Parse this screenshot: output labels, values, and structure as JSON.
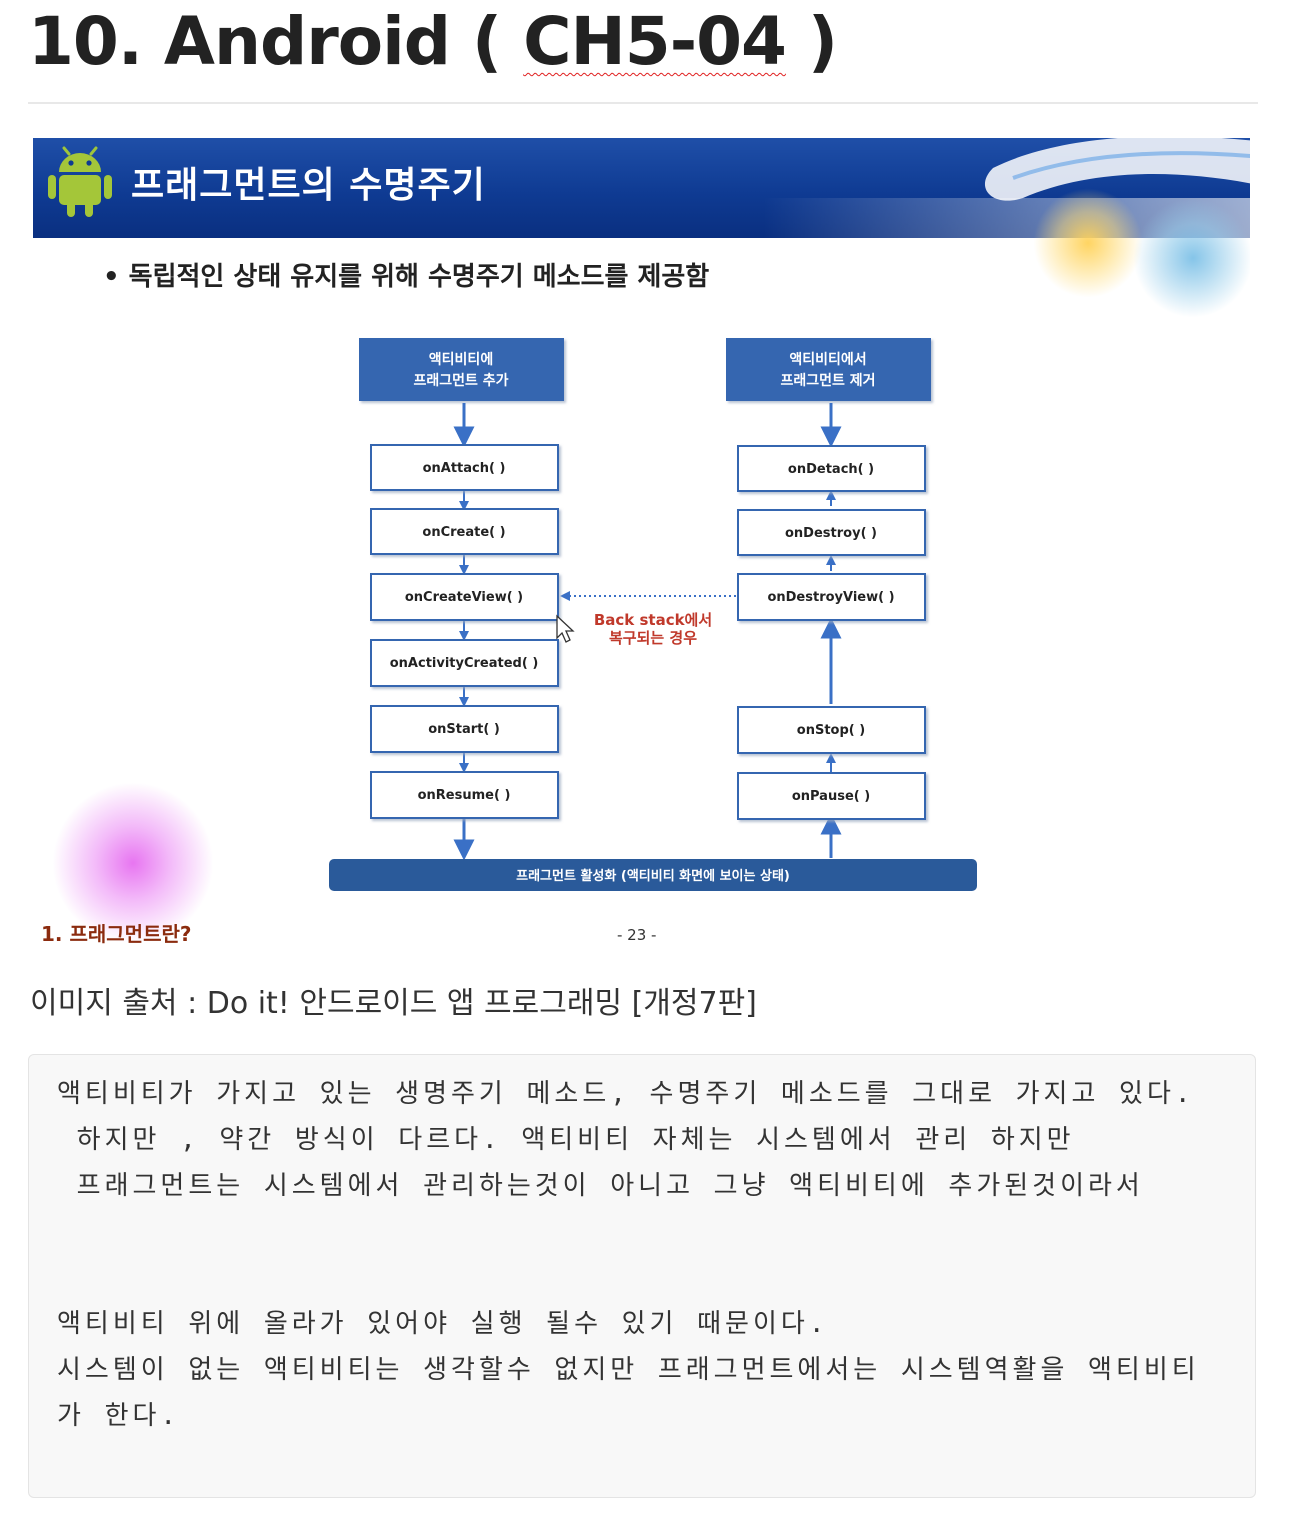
{
  "document": {
    "title_prefix": "10. Android ( ",
    "title_code": "CH5-04",
    "title_suffix": " )"
  },
  "slide": {
    "header_title": "프래그먼트의 수명주기",
    "bullet": "• 독립적인 상태 유지를 위해 수명주기 메소드를 제공함",
    "left_top_box": [
      "액티비티에",
      "프래그먼트 추가"
    ],
    "right_top_box": [
      "액티비티에서",
      "프래그먼트 제거"
    ],
    "left_methods": [
      "onAttach( )",
      "onCreate( )",
      "onCreateView( )",
      "onActivityCreated( )",
      "onStart( )",
      "onResume( )"
    ],
    "right_methods": [
      "onDetach( )",
      "onDestroy( )",
      "onDestroyView( )",
      "onStop( )",
      "onPause( )"
    ],
    "back_stack_label": [
      "Back stack에서",
      "복구되는 경우"
    ],
    "active_bar": "프래그먼트 활성화 (액티비티 화면에 보이는 상태)",
    "footer_left": "1. 프래그먼트란?",
    "page_number": "- 23 -",
    "colors": {
      "header_blue": "#0f3b93",
      "box_blue": "#3566b0",
      "arrow_blue": "#3a70c6",
      "bar_blue": "#2a5a9a",
      "back_stack_red": "#c0392b"
    }
  },
  "caption": "이미지 출처 :  Do it! 안드로이드 앱 프로그래밍 [개정7판]",
  "note_lines": [
    "액티비티가 가지고 있는 생명주기 메소드, 수명주기 메소드를 그대로 가지고 있다.",
    " 하지만 , 약간 방식이 다르다. 액티비티 자체는 시스템에서 관리 하지만",
    " 프래그먼트는 시스템에서 관리하는것이 아니고 그냥 액티비티에 추가된것이라서",
    "",
    "",
    "액티비티 위에 올라가 있어야 실행 될수 있기 때문이다.",
    "시스템이 없는 액티비티는 생각할수 없지만 프래그먼트에서는 시스템역활을 액티비티",
    "가 한다."
  ]
}
